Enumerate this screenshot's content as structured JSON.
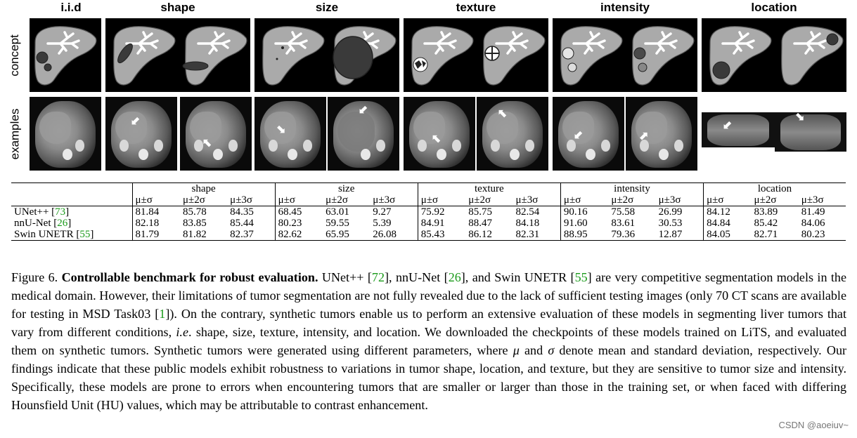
{
  "figure": {
    "columns": [
      "i.i.d",
      "shape",
      "size",
      "texture",
      "intensity",
      "location"
    ],
    "row_labels": {
      "concept": "concept",
      "examples": "examples"
    }
  },
  "table": {
    "groups": [
      "shape",
      "size",
      "texture",
      "intensity",
      "location"
    ],
    "subheaders": [
      "μ±σ",
      "μ±2σ",
      "μ±3σ"
    ],
    "rows": [
      {
        "model": "UNet++",
        "cite": "73",
        "values": [
          "81.84",
          "85.78",
          "84.35",
          "68.45",
          "63.01",
          "9.27",
          "75.92",
          "85.75",
          "82.54",
          "90.16",
          "75.58",
          "26.99",
          "84.12",
          "83.89",
          "81.49"
        ]
      },
      {
        "model": "nnU-Net",
        "cite": "26",
        "values": [
          "82.18",
          "83.85",
          "85.44",
          "80.23",
          "59.55",
          "5.39",
          "84.91",
          "88.47",
          "84.18",
          "91.60",
          "83.61",
          "30.53",
          "84.84",
          "85.42",
          "84.06"
        ]
      },
      {
        "model": "Swin UNETR",
        "cite": "55",
        "values": [
          "81.79",
          "81.82",
          "82.37",
          "82.62",
          "65.95",
          "26.08",
          "85.43",
          "86.12",
          "82.31",
          "88.95",
          "79.36",
          "12.87",
          "84.05",
          "82.71",
          "80.23"
        ]
      }
    ]
  },
  "caption": {
    "label": "Figure 6.",
    "bold_title": "Controllable benchmark for robust evaluation.",
    "t1": "UNet++ [",
    "c1": "72",
    "t2": "], nnU-Net [",
    "c2": "26",
    "t3": "], and Swin UNETR [",
    "c3": "55",
    "t4": "] are very competitive segmentation models in the medical domain. However, their limitations of tumor segmentation are not fully revealed due to the lack of sufficient testing images (only 70 CT scans are available for testing in MSD Task03 [",
    "c4": "1",
    "t5": "]). On the contrary, synthetic tumors enable us to perform an extensive evaluation of these models in segmenting liver tumors that vary from different conditions, ",
    "ie": "i.e",
    "t6": ". shape, size, texture, intensity, and location. We downloaded the checkpoints of these models trained on LiTS, and evaluated them on synthetic tumors. Synthetic tumors were generated using different parameters, where ",
    "mu": "μ",
    "t7": " and ",
    "sigma": "σ",
    "t8": " denote mean and standard deviation, respectively. Our findings indicate that these public models exhibit robustness to variations in tumor shape, location, and texture, but they are sensitive to tumor size and intensity. Specifically, these models are prone to errors when encountering tumors that are smaller or larger than those in the training set, or when faced with differing Hounsfield Unit (HU) values, which may be attributable to contrast enhancement."
  },
  "watermark": "CSDN @aoeiuv~"
}
